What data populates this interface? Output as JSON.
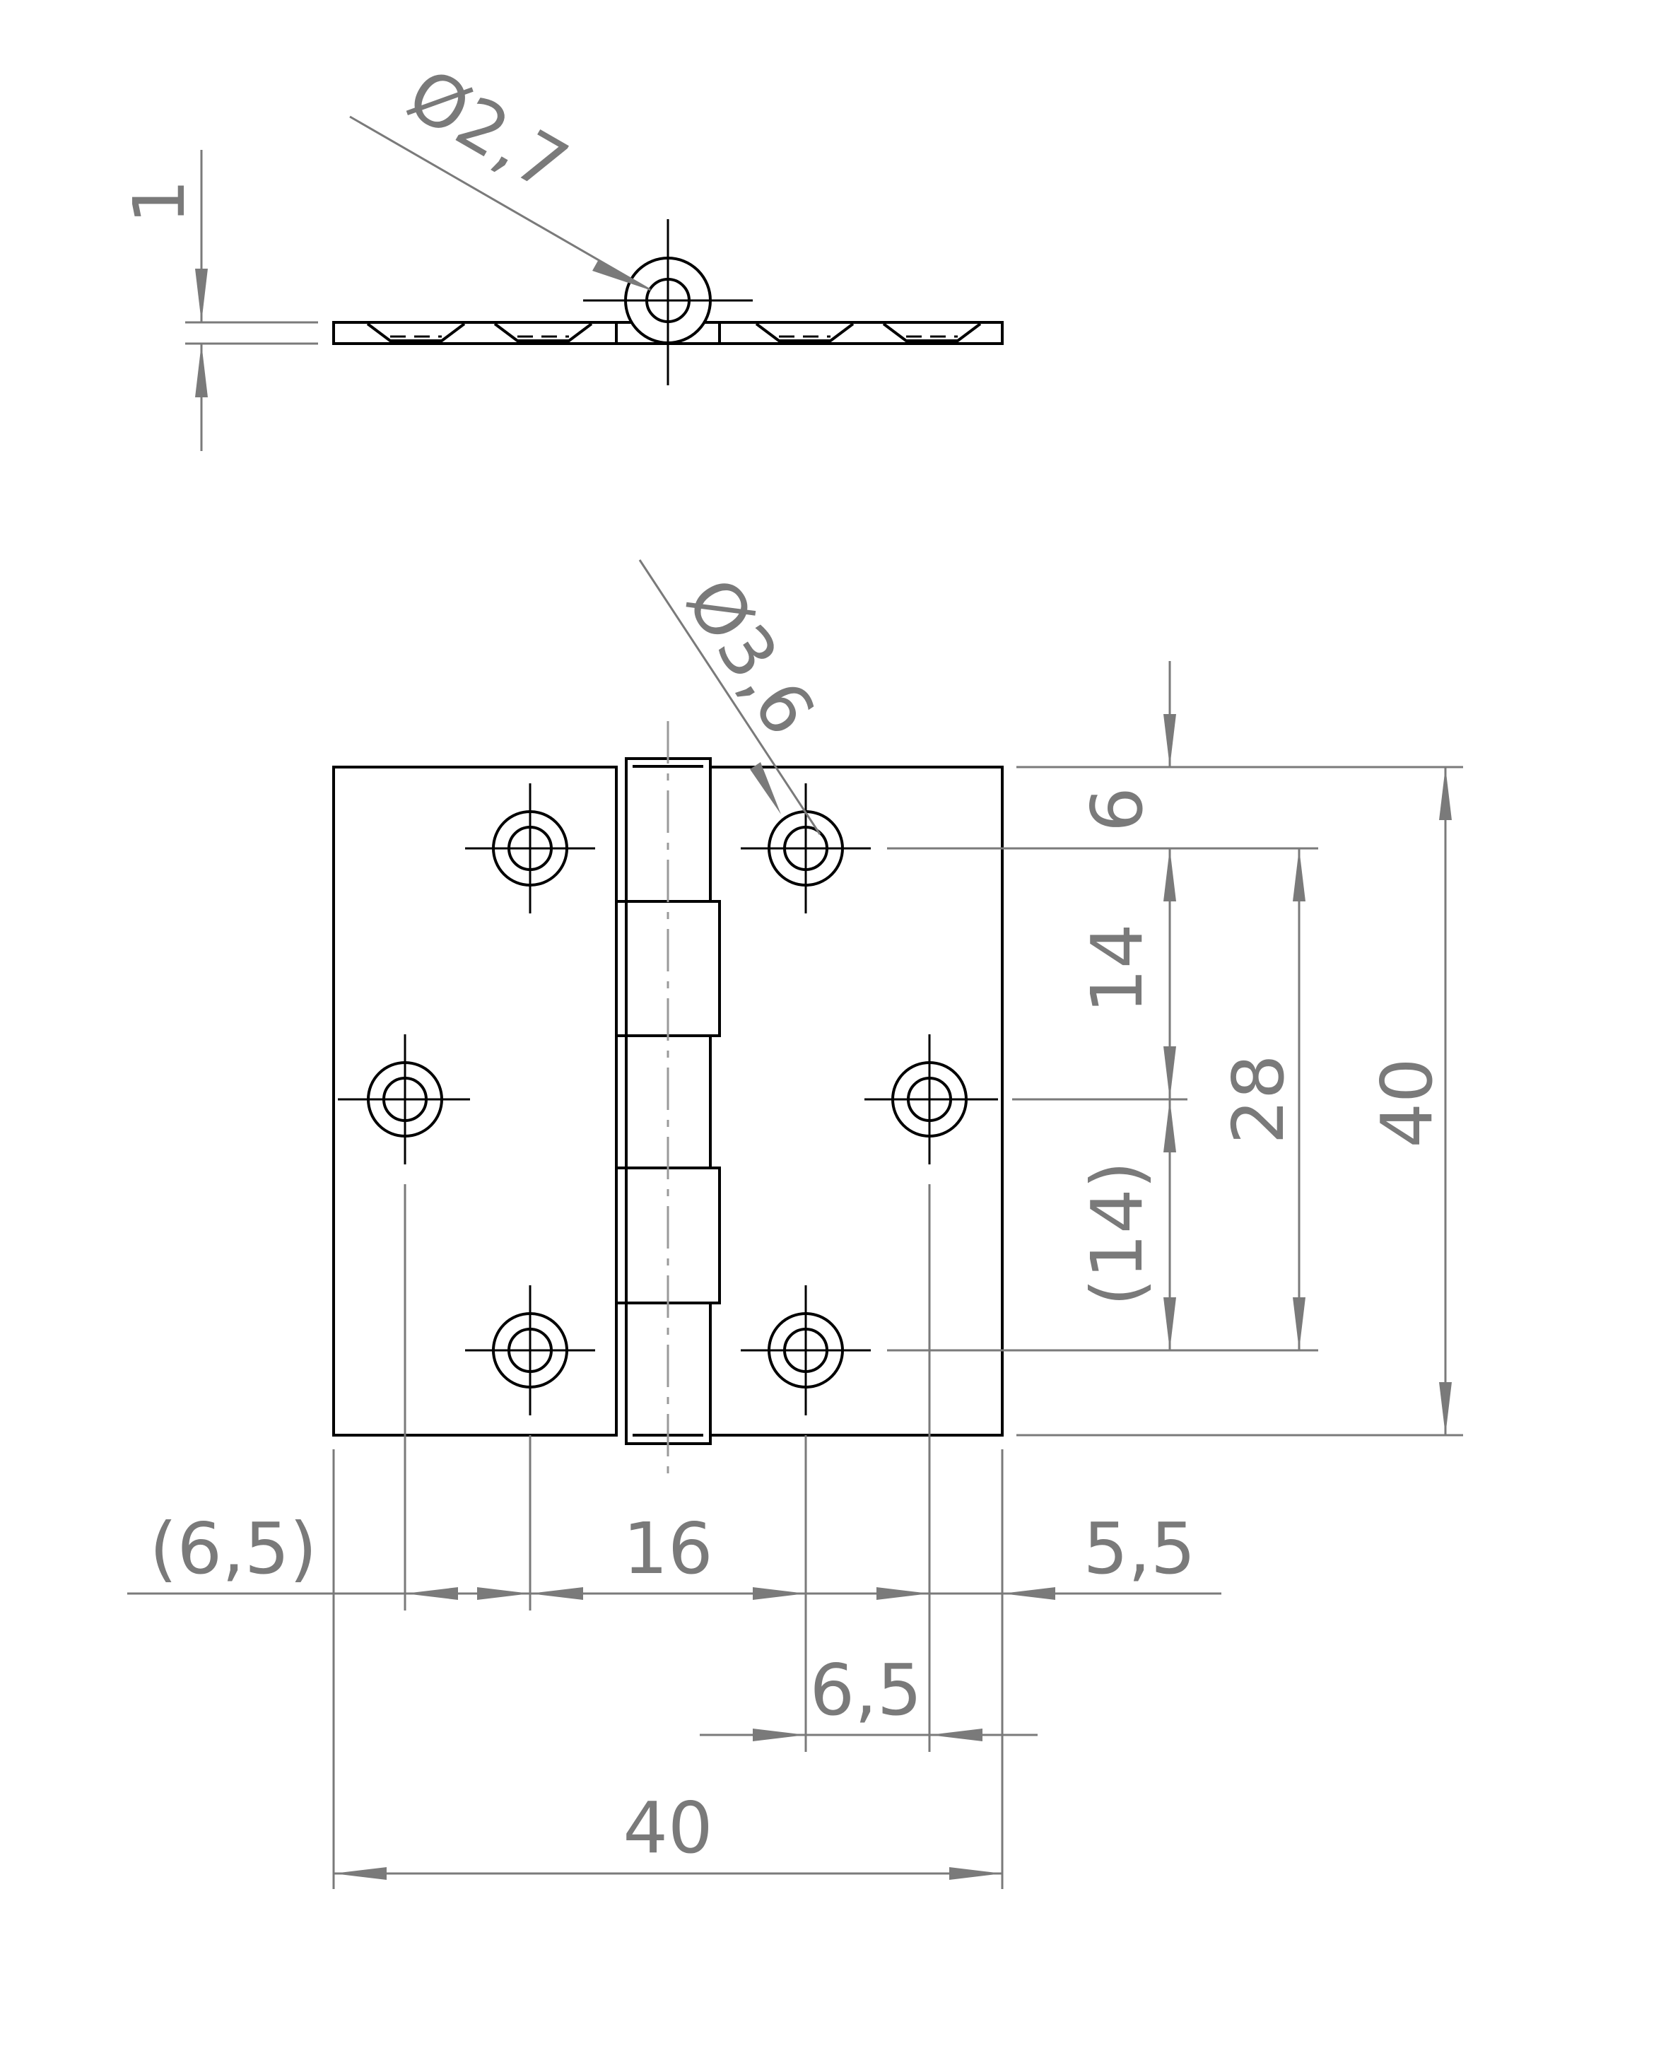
{
  "dimensions": {
    "side_thickness": "1",
    "pin_diameter": "Ø2,7",
    "hole_diameter": "Ø3,6",
    "top_edge_to_hole": "6",
    "hole_pitch_upper": "14",
    "hole_pitch_lower": "(14)",
    "outer_hole_span": "28",
    "overall_height": "40",
    "left_edge_to_hole": "(6,5)",
    "hole_pair_span": "16",
    "right_edge_to_hole": "5,5",
    "inner_hole_offset": "6,5",
    "overall_width": "40"
  },
  "colors": {
    "part_outline": "#000000",
    "dimension_lines": "#7a7a7a"
  }
}
